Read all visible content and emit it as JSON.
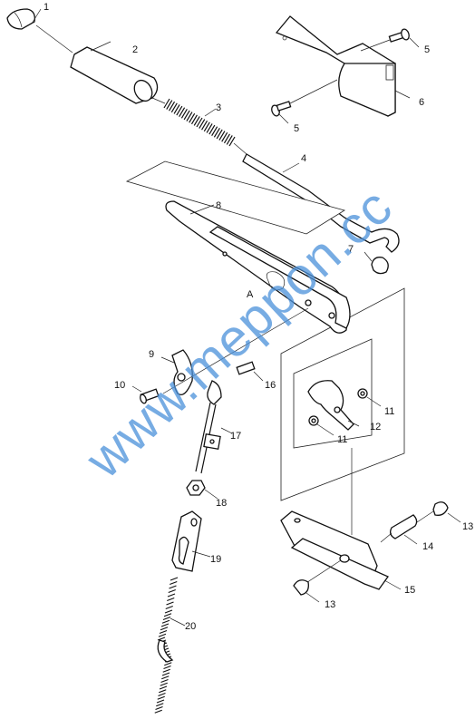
{
  "labels": {
    "p1": "1",
    "p2": "2",
    "p3": "3",
    "p4": "4",
    "p5a": "5",
    "p5b": "5",
    "p6": "6",
    "p7": "7",
    "p8": "8",
    "p9": "9",
    "p10": "10",
    "p11a": "11",
    "p11b": "11",
    "p12": "12",
    "p13a": "13",
    "p13b": "13",
    "p14": "14",
    "p15": "15",
    "p16": "16",
    "p17": "17",
    "p18": "18",
    "p19": "19",
    "p20": "20",
    "detail_a": "A"
  },
  "watermark": "www.meppon.cc",
  "colors": {
    "watermark": "#4a90d9",
    "line": "#111111"
  }
}
